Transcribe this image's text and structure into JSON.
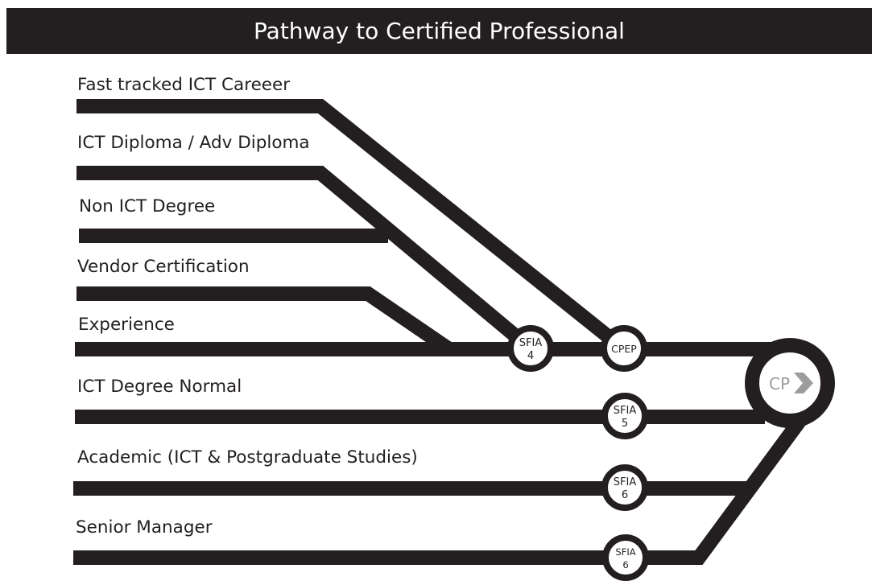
{
  "title": "Pathway to Certified Professional",
  "routes": [
    {
      "label": "Fast tracked ICT Careeer"
    },
    {
      "label": "ICT Diploma / Adv Diploma"
    },
    {
      "label": "Non ICT Degree"
    },
    {
      "label": "Vendor Certification"
    },
    {
      "label": "Experience"
    },
    {
      "label": "ICT Degree Normal"
    },
    {
      "label": "Academic (ICT & Postgraduate Studies)"
    },
    {
      "label": "Senior Manager"
    }
  ],
  "nodes": {
    "sfia4": {
      "line1": "SFIA",
      "line2": "4"
    },
    "cpep": {
      "line1": "CPEP"
    },
    "sfia5": {
      "line1": "SFIA",
      "line2": "5"
    },
    "sfia6a": {
      "line1": "SFIA",
      "line2": "6"
    },
    "sfia6b": {
      "line1": "SFIA",
      "line2": "6"
    },
    "cp": {
      "line1": "CP"
    }
  },
  "colors": {
    "line": "#231f20",
    "background": "#ffffff",
    "logo_grey": "#9c9c9c"
  }
}
